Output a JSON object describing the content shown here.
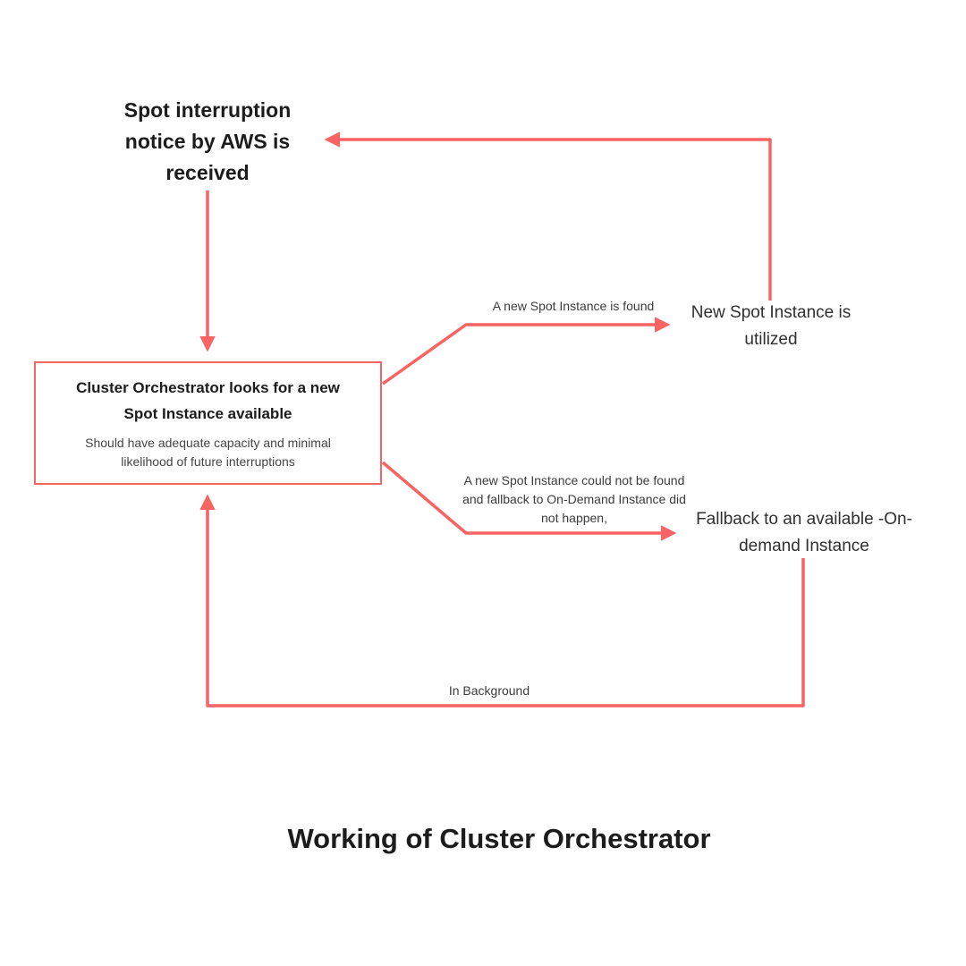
{
  "colors": {
    "arrow": "#f86363",
    "text_dark": "#1c1c1c",
    "text_gray": "#454545"
  },
  "diagram": {
    "title": "Working of Cluster Orchestrator",
    "nodes": {
      "spot_notice": "Spot interruption notice by AWS is received",
      "orchestrator_title": "Cluster Orchestrator looks for a new Spot Instance available",
      "orchestrator_subtitle": "Should have adequate capacity and minimal likelihood of future interruptions",
      "new_spot_utilized": "New Spot Instance is utilized",
      "fallback_on_demand": "Fallback to an available -On-demand Instance"
    },
    "edge_labels": {
      "found": "A new Spot Instance is found",
      "not_found": "A new Spot Instance could not be found and fallback to On-Demand Instance did not happen,",
      "in_background": "In Background"
    }
  }
}
